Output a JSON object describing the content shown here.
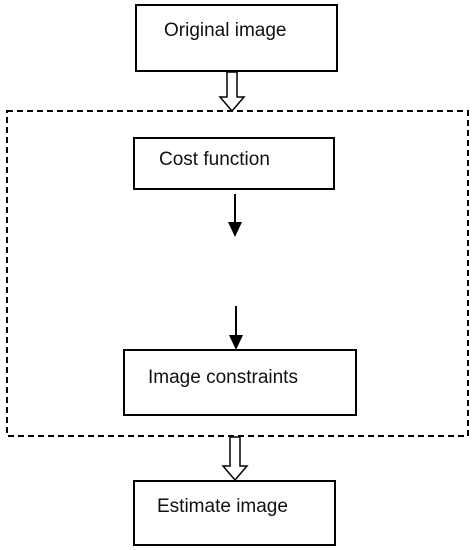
{
  "nodes": {
    "original": "Original image",
    "cost": "Cost function",
    "constraints": "Image constraints",
    "estimate": "Estimate image"
  }
}
